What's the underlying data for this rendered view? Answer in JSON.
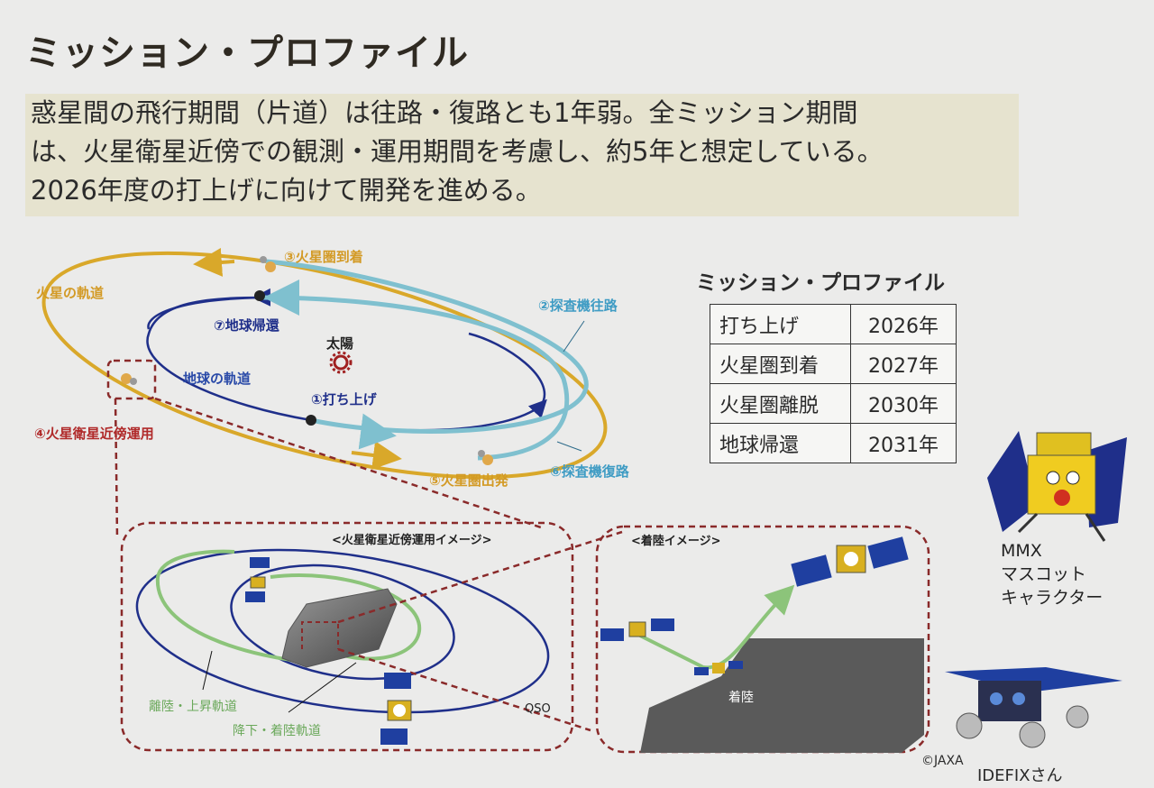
{
  "title": "ミッション・プロファイル",
  "intro": [
    "惑星間の飛行期間（片道）は往路・復路とも1年弱。全ミッション期間",
    "は、火星衛星近傍での観測・運用期間を考慮し、約5年と想定している。",
    "2026年度の打上げに向けて開発を進める。"
  ],
  "orbit": {
    "mars_orbit": "火星の軌道",
    "earth_orbit": "地球の軌道",
    "sun": "太陽",
    "step1": "①打ち上げ",
    "step2": "②探査機往路",
    "step3": "③火星圏到着",
    "step4": "④火星衛星近傍運用",
    "step5": "⑤火星圏出発",
    "step6": "⑥探査機復路",
    "step7": "⑦地球帰還"
  },
  "proximity": {
    "title": "<火星衛星近傍運用イメージ>",
    "ascent": "離陸・上昇軌道",
    "descent": "降下・着陸軌道",
    "qso": "QSO"
  },
  "landing": {
    "title": "<着陸イメージ>",
    "label": "着陸"
  },
  "table": {
    "title": "ミッション・プロファイル",
    "rows": [
      {
        "event": "打ち上げ",
        "year": "2026年"
      },
      {
        "event": "火星圏到着",
        "year": "2027年"
      },
      {
        "event": "火星圏離脱",
        "year": "2030年"
      },
      {
        "event": "地球帰還",
        "year": "2031年"
      }
    ]
  },
  "mascot": {
    "line1": "MMX",
    "line2": "マスコット",
    "line3": "キャラクター"
  },
  "credit": "©JAXA",
  "idefix": "IDEFIXさん",
  "colors": {
    "mars": "#d9a82a",
    "earth": "#1f2f8a",
    "transfer": "#7fc0cf",
    "ops": "#b02a2a",
    "green": "#8cc47a"
  }
}
